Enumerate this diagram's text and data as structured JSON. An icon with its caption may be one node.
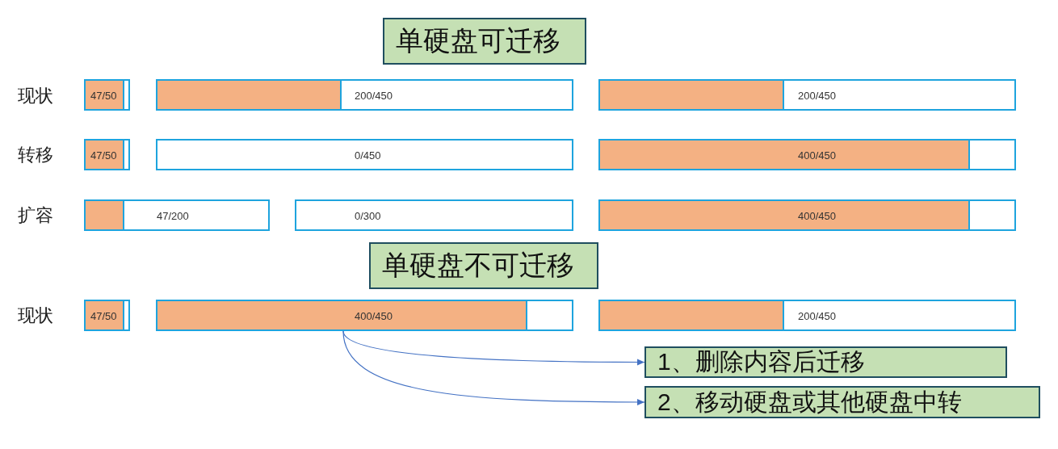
{
  "diagram": {
    "nodes": [
      {
        "text": [
          "单硬盘可迁移"
        ]
      },
      {
        "text": [
          "47/50"
        ]
      },
      {
        "text": [
          "200/450"
        ]
      },
      {
        "text": [
          "200/450"
        ]
      },
      {
        "text": [
          "47/50"
        ]
      },
      {
        "text": [
          "0/450"
        ]
      },
      {
        "text": [
          "400/450"
        ]
      },
      {
        "text": [
          "47/200"
        ]
      },
      {
        "text": [
          "0/300"
        ]
      },
      {
        "text": [
          "400/450"
        ]
      },
      {
        "text": [
          "单硬盘不可迁移"
        ]
      },
      {
        "text": [
          "47/50"
        ]
      },
      {
        "text": [
          "400/450"
        ]
      },
      {
        "text": [
          "200/450"
        ]
      },
      {
        "text": [
          "1、删除内容后迁移"
        ]
      },
      {
        "text": [
          "2、移动硬盘或其他硬盘中转"
        ]
      }
    ],
    "edges": [
      {
        "from": 12,
        "to": 14,
        "arrow": "to"
      },
      {
        "from": 12,
        "to": 15,
        "arrow": "to"
      }
    ],
    "labels": [
      "现状",
      "转移",
      "扩容",
      "现状"
    ]
  }
}
